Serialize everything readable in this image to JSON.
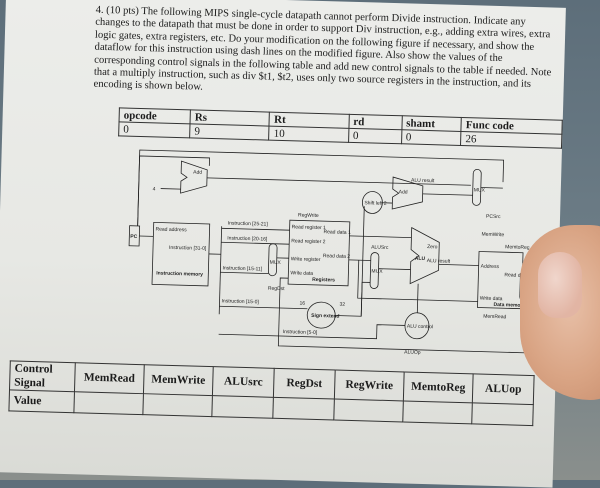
{
  "question": {
    "number": "4.",
    "text": "(10 pts) The following MIPS single-cycle datapath cannot perform Divide instruction. Indicate any changes to the datapath that must be done in order to support Div instruction, e.g., adding extra wires, extra logic gates, extra registers, etc. Do your modification on the following figure if necessary, and show the dataflow for this instruction using dash lines on the modified figure. Also show the values of the corresponding control signals in the following table and add new control signals to the table if needed. Note that a multiply instruction, such as div $t1, $t2, uses only two source registers in the instruction, and its encoding is shown below."
  },
  "encoding": {
    "headers": [
      "opcode",
      "Rs",
      "Rt",
      "rd",
      "shamt",
      "Func code"
    ],
    "values": [
      "0",
      "9",
      "10",
      "0",
      "0",
      "26"
    ]
  },
  "datapath": {
    "add_top": "Add",
    "four": "4",
    "add_alu": "Add",
    "alu_result_top": "ALU result",
    "shift_left": "Shift left 2",
    "pcsrc": "PCSrc",
    "pc": "PC",
    "read_address": "Read address",
    "instruction_31_0": "Instruction [31-0]",
    "instruction_memory": "Instruction memory",
    "inst_25_21": "Instruction [25-21]",
    "inst_20_16": "Instruction [20-16]",
    "inst_15_11": "Instruction [15-11]",
    "inst_15_0": "Instruction [15-0]",
    "inst_5_0": "Instruction [5-0]",
    "regwrite": "RegWrite",
    "read_register_1": "Read register 1",
    "read_register_2": "Read register 2",
    "write_register": "Write register",
    "write_data": "Write data",
    "read_data_1": "Read data 1",
    "read_data_2": "Read data 2",
    "registers": "Registers",
    "regdst": "RegDst",
    "sixteen": "16",
    "thirtytwo": "32",
    "sign_extend": "Sign extend",
    "alusrc": "ALUSrc",
    "zero": "Zero",
    "alu": "ALU",
    "alu_result": "ALU result",
    "alu_control": "ALU control",
    "aluop": "ALUOp",
    "memwrite": "MemWrite",
    "memtoreg": "MemtoReg",
    "address": "Address",
    "read_data": "Read data",
    "write_data_mem": "Write data",
    "data_memory": "Data memory",
    "memread": "MemRead",
    "mux": "MUX"
  },
  "control_table": {
    "row_label": "Control Signal",
    "value_label": "Value",
    "signals": [
      "MemRead",
      "MemWrite",
      "ALUsrc",
      "RegDst",
      "RegWrite",
      "MemtoReg",
      "ALUop"
    ],
    "values": [
      "",
      "",
      "",
      "",
      "",
      "",
      ""
    ]
  }
}
